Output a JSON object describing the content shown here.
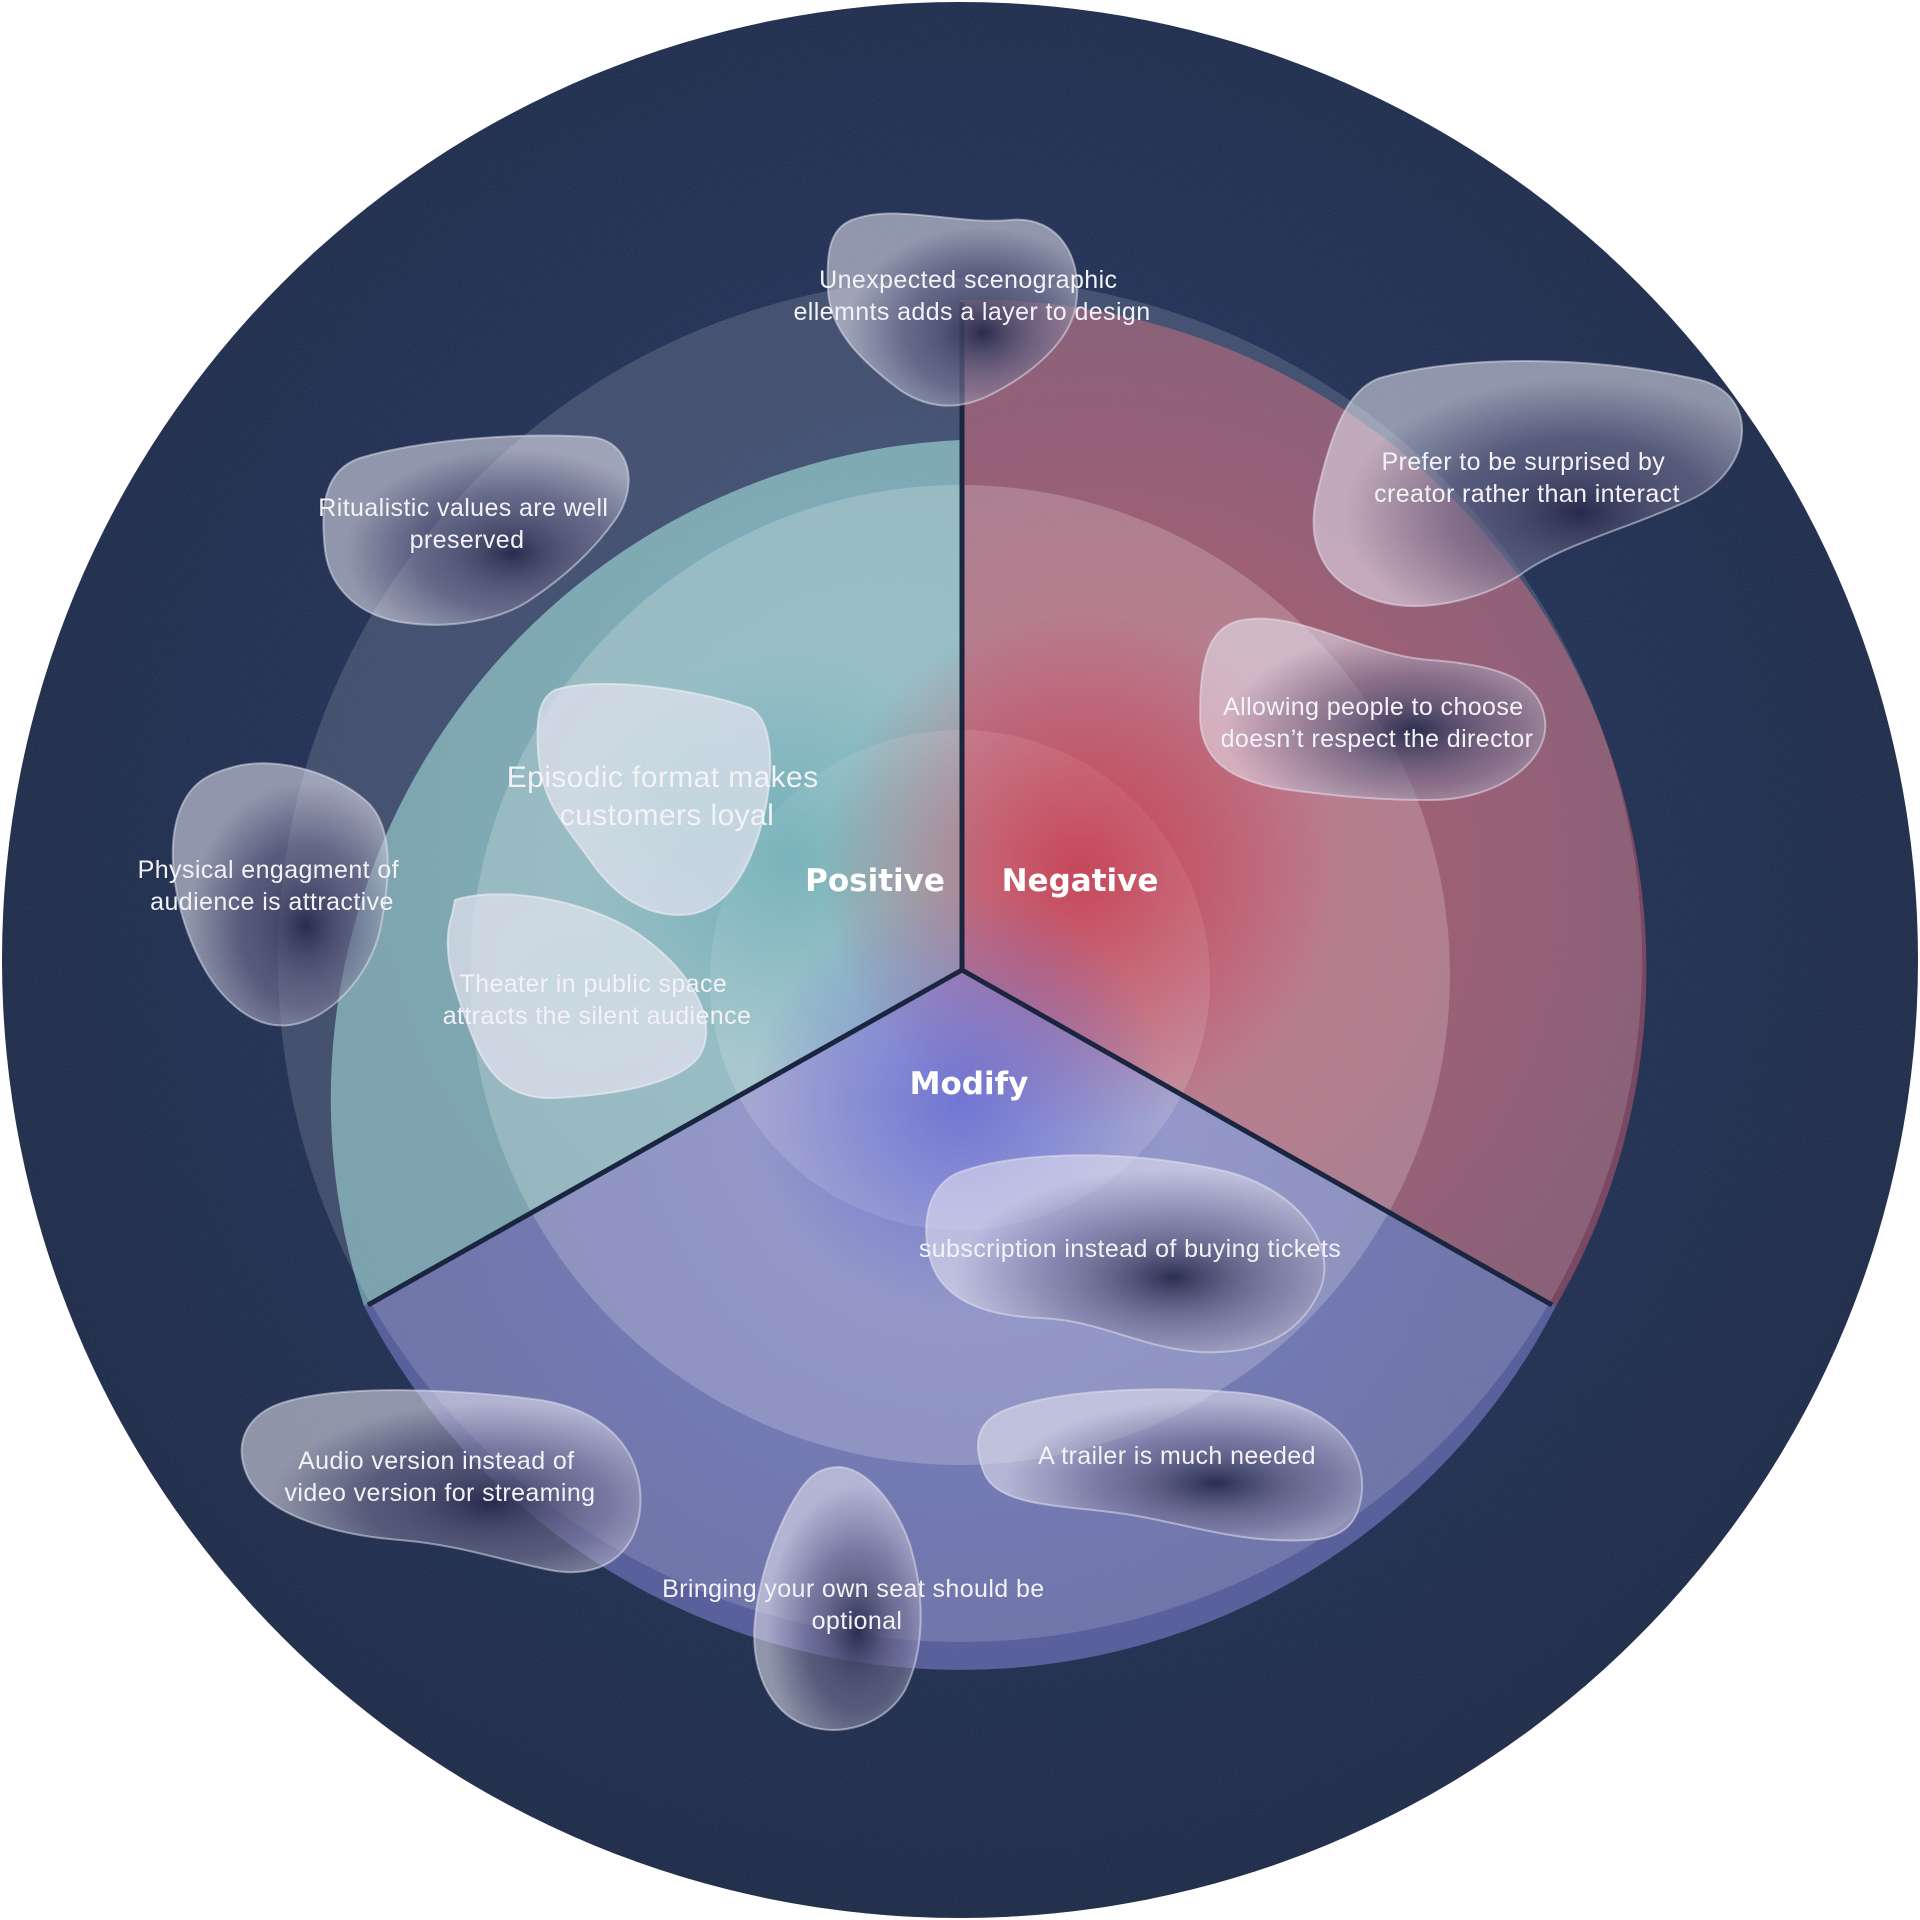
{
  "sectors": {
    "positive": {
      "label": "Positive",
      "color": "#7fb3ba"
    },
    "negative": {
      "label": "Negative",
      "color": "#c0505e"
    },
    "modify": {
      "label": "Modify",
      "color": "#7a80c8"
    }
  },
  "colors": {
    "background": "#1c2a4a",
    "divider": "#1a2540",
    "blob_fill": "#e7e6f1",
    "blob_shadow": "#262a4c"
  },
  "notes": {
    "scenographic": [
      "Unexpected scenographic",
      "ellemnts adds a layer to design"
    ],
    "surprised": [
      "Prefer to be surprised by",
      "creator rather than interact"
    ],
    "ritualistic": [
      "Ritualistic values are well",
      "preserved"
    ],
    "allowing": [
      "Allowing people to choose",
      "doesn’t respect the director"
    ],
    "episodic": [
      "Episodic format makes",
      "customers loyal"
    ],
    "physical": [
      "Physical engagment of",
      "audience is attractive"
    ],
    "theater": [
      "Theater in public space",
      "attracts the silent audience"
    ],
    "subscription": [
      "subscription instead of buying tickets"
    ],
    "trailer": [
      "A trailer is much needed"
    ],
    "audio": [
      "Audio version instead of",
      "video version for streaming"
    ],
    "seat": [
      "Bringing your own seat should be",
      "optional"
    ]
  }
}
